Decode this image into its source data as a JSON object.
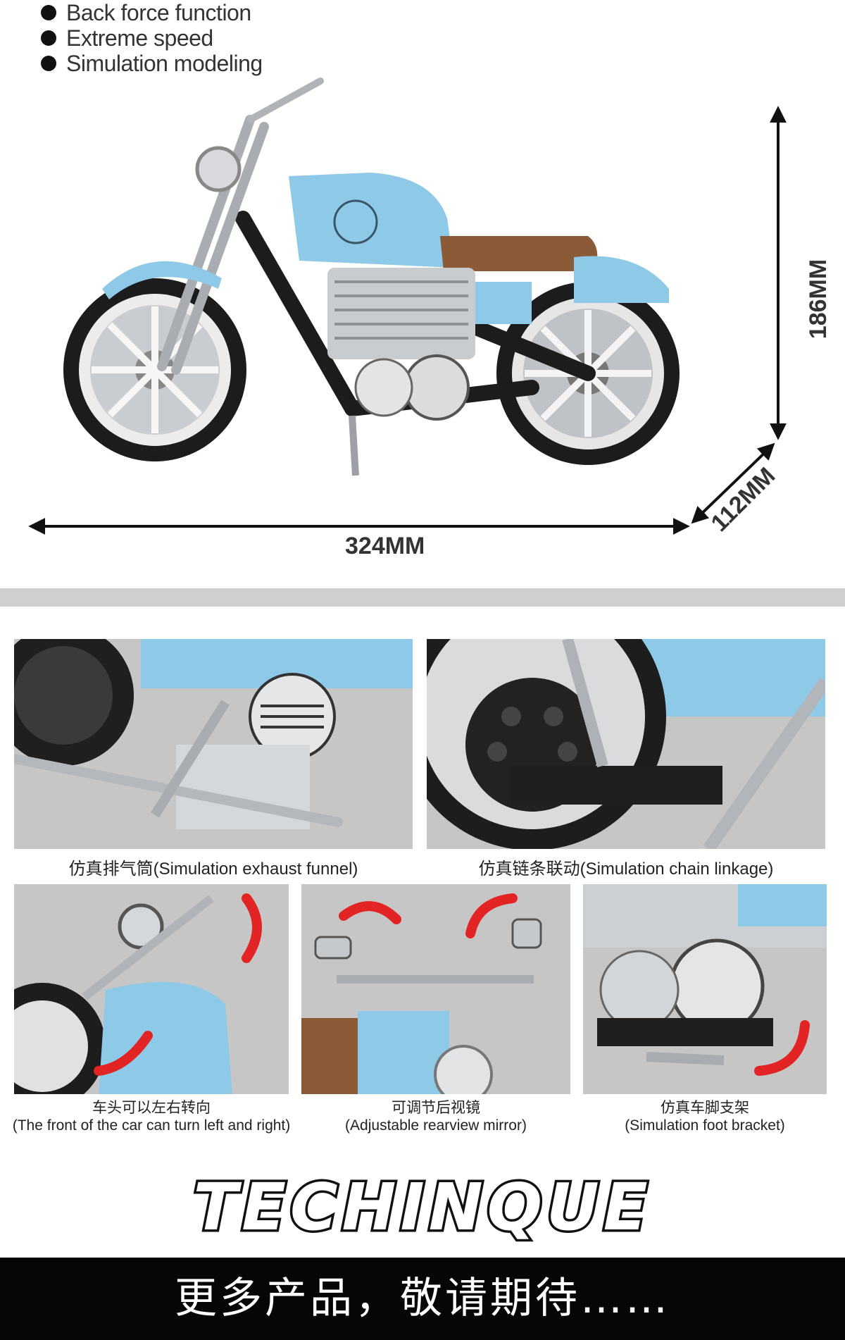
{
  "features": [
    {
      "label": "Back force function"
    },
    {
      "label": "Extreme speed"
    },
    {
      "label": "Simulation modeling"
    }
  ],
  "dimensions": {
    "width": "324MM",
    "height": "186MM",
    "depth": "112MM"
  },
  "details": [
    {
      "caption": "仿真排气筒(Simulation exhaust funnel)"
    },
    {
      "caption": "仿真链条联动(Simulation chain linkage)"
    },
    {
      "caption_cn": "车头可以左右转向",
      "caption_en": "(The front of the car can turn left and right)"
    },
    {
      "caption_cn": "可调节后视镜",
      "caption_en": "(Adjustable rearview mirror)"
    },
    {
      "caption_cn": "仿真车脚支架",
      "caption_en": "(Simulation foot bracket)"
    }
  ],
  "brand": {
    "name": "TECHINQUE"
  },
  "footer": {
    "text": "更多产品，敬请期待……"
  },
  "colors": {
    "body_blue": "#8ec9e8",
    "seat_brown": "#8b5a36",
    "frame_black": "#1c1c1c",
    "chrome": "#b9bcc0",
    "arrow_red": "#e32424"
  }
}
